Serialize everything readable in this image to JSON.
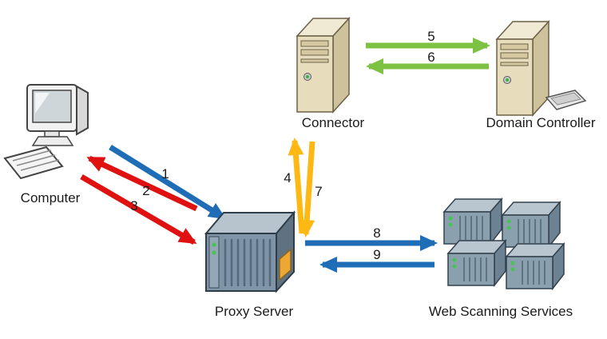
{
  "diagram": {
    "background": "#ffffff",
    "colors": {
      "blue": "#1e6db6",
      "red": "#e01111",
      "green": "#7dc242",
      "yellow": "#fdb813",
      "label_text": "#1a1a1a"
    },
    "nodes": {
      "computer": {
        "label": "Computer"
      },
      "connector": {
        "label": "Connector"
      },
      "domain_controller": {
        "label": "Domain Controller"
      },
      "proxy_server": {
        "label": "Proxy Server"
      },
      "web_scanning_services": {
        "label": "Web Scanning Services"
      }
    },
    "arrows": [
      {
        "label": "1",
        "color": "blue",
        "from": "Computer",
        "to": "Proxy Server"
      },
      {
        "label": "2",
        "color": "red",
        "from": "Proxy Server",
        "to": "Computer"
      },
      {
        "label": "3",
        "color": "red",
        "from": "Computer",
        "to": "Proxy Server"
      },
      {
        "label": "4",
        "color": "yellow",
        "from": "Proxy Server",
        "to": "Connector"
      },
      {
        "label": "5",
        "color": "green",
        "from": "Connector",
        "to": "Domain Controller"
      },
      {
        "label": "6",
        "color": "green",
        "from": "Domain Controller",
        "to": "Connector"
      },
      {
        "label": "7",
        "color": "yellow",
        "from": "Connector",
        "to": "Proxy Server"
      },
      {
        "label": "8",
        "color": "blue",
        "from": "Proxy Server",
        "to": "Web Scanning Services"
      },
      {
        "label": "9",
        "color": "blue",
        "from": "Web Scanning Services",
        "to": "Proxy Server"
      }
    ]
  }
}
